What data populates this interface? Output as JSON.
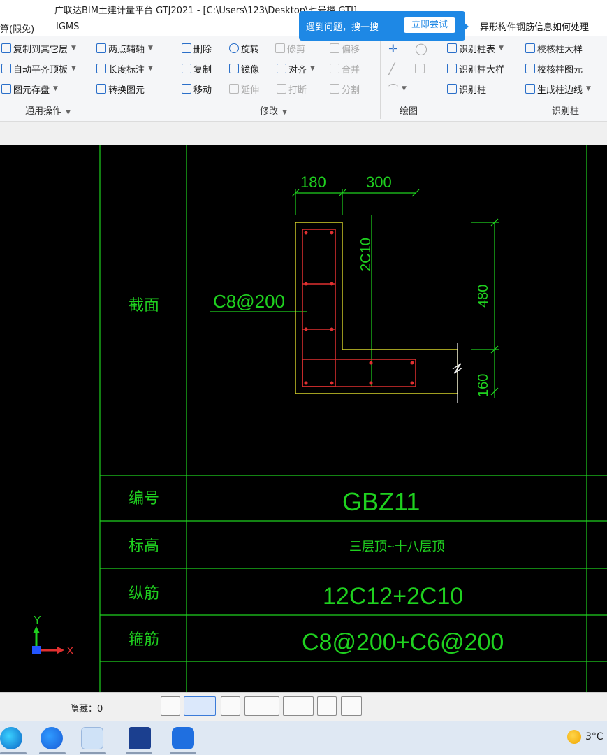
{
  "title_bar": {
    "text": "广联达BIM土建计量平台 GTJ2021 - [C:\\Users\\123\\Desktop\\七号楼.GTJ]"
  },
  "menu": {
    "left": "算(限免)",
    "igms": "IGMS"
  },
  "banner": {
    "message": "遇到问题，搜一搜",
    "button": "立即尝试",
    "hint": "异形构件钢筋信息如何处理"
  },
  "ribbon": {
    "general": {
      "copy_to_other": "复制到其它层",
      "auto_align": "自动平齐顶板",
      "save_elements": "图元存盘",
      "two_point_axis": "两点辅轴",
      "length_dim": "长度标注",
      "convert_elements": "转换图元",
      "group_label": "通用操作"
    },
    "modify": {
      "delete": "删除",
      "rotate": "旋转",
      "trim": "修剪",
      "offset": "偏移",
      "copy": "复制",
      "mirror": "镜像",
      "align": "对齐",
      "merge": "合并",
      "move": "移动",
      "extend": "延伸",
      "break": "打断",
      "split": "分割",
      "group_label": "修改"
    },
    "draw": {
      "group_label": "绘图"
    },
    "identify": {
      "col_table": "识别柱表",
      "check_col_detail": "校核柱大样",
      "col_detail": "识别柱大样",
      "check_col_elem": "校核柱图元",
      "identify_col": "识别柱",
      "gen_col_edge": "生成柱边线",
      "group_label": "识别柱"
    }
  },
  "cad": {
    "labels": {
      "section": "截面",
      "number": "编号",
      "elevation": "标高",
      "long_bar": "纵筋",
      "stirrup": "箍筋"
    },
    "values": {
      "number": "GBZ11",
      "elevation": "三层顶~十八层顶",
      "long_bar": "12C12+2C10",
      "stirrup": "C8@200+C6@200"
    },
    "dims": {
      "d180": "180",
      "d300": "300",
      "d480": "480",
      "d160": "160",
      "bar_2c10": "2C10",
      "stirrup_note": "C8@200"
    },
    "axis": {
      "x": "X",
      "y": "Y"
    },
    "colors": {
      "grid": "#1fd11f",
      "text": "#1fd11f",
      "outline": "#d6d22a",
      "rebar": "#e03030",
      "white": "#ffffff"
    }
  },
  "status": {
    "hidden_label": "隐藏：",
    "hidden_count": "0"
  },
  "taskbar": {
    "icons": [
      "edge-icon",
      "qq-browser-icon",
      "t-app-icon",
      "cad-icon",
      "phone-icon"
    ],
    "weather_temp": "3°C"
  }
}
